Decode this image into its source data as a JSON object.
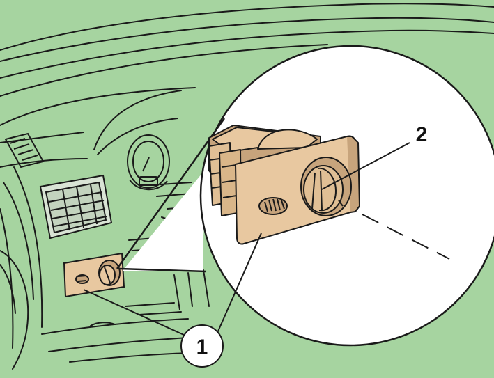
{
  "diagram": {
    "background_color": "#a6d4a0",
    "part_color": "#e8c8a0",
    "part_shadow_color": "#c7a47c",
    "outline_color": "#1a1a1a",
    "callouts": [
      {
        "id": "1",
        "label": "1"
      },
      {
        "id": "2",
        "label": "2"
      }
    ]
  }
}
